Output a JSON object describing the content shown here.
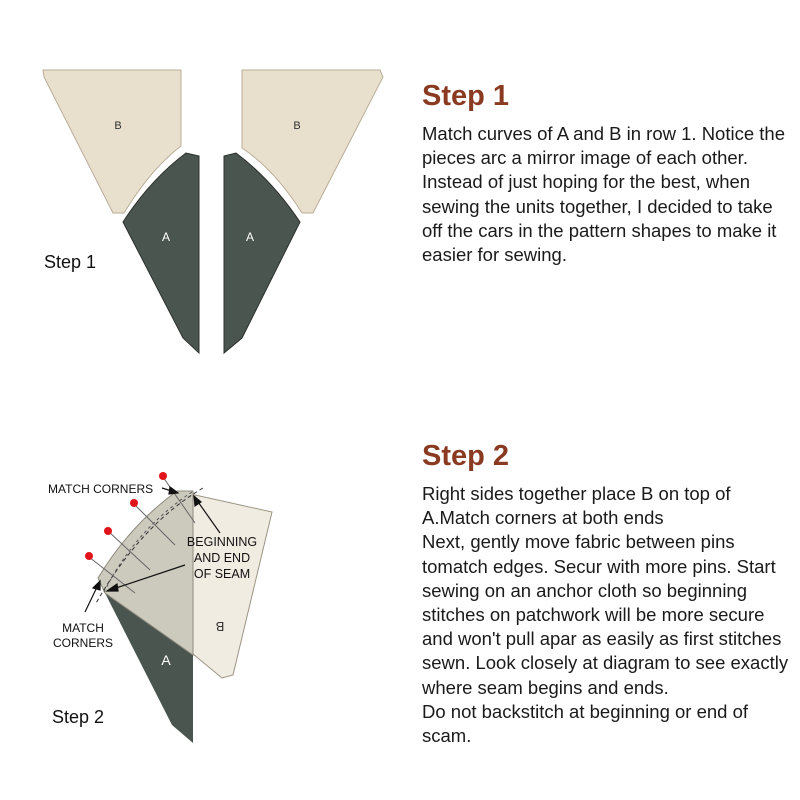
{
  "figure1": {
    "label_b_left": "B",
    "label_b_right": "B",
    "label_a_left": "A",
    "label_a_right": "A",
    "caption": "Step 1"
  },
  "figure2": {
    "match_corners_top": "MATCH CORNERS",
    "seam_line1": "BEGINNING",
    "seam_line2": "AND END",
    "seam_line3": "OF SEAM",
    "match_corners_bottom_1": "MATCH",
    "match_corners_bottom_2": "CORNERS",
    "label_b": "B",
    "label_a": "A",
    "caption": "Step 2"
  },
  "colors": {
    "piece_b": "#e8dfcc",
    "piece_a": "#4b5550",
    "overlap": "#ccc9bd",
    "title": "#8b3a22",
    "pin": "#e0141a"
  },
  "step1": {
    "title": "Step 1",
    "text": "Match curves of A and B in row 1. Notice the pieces arc a mirror image of each other. Instead of just hoping for the best, when sewing the units together, I decided to take off the cars in the pattern shapes to make it easier for sewing."
  },
  "step2": {
    "title": "Step 2",
    "paragraphs": [
      "Right sides together place B on top of A.Match corners at both ends",
      "Next, gently move fabric between pins tomatch edges. Secur with more pins. Start sewing on an anchor cloth so beginning stitches on patchwork will be more secure and won't pull apar as easily as first stitches sewn. Look closely at diagram to see exactly where seam begins and ends.",
      "Do not backstitch at beginning or end of scam."
    ]
  }
}
